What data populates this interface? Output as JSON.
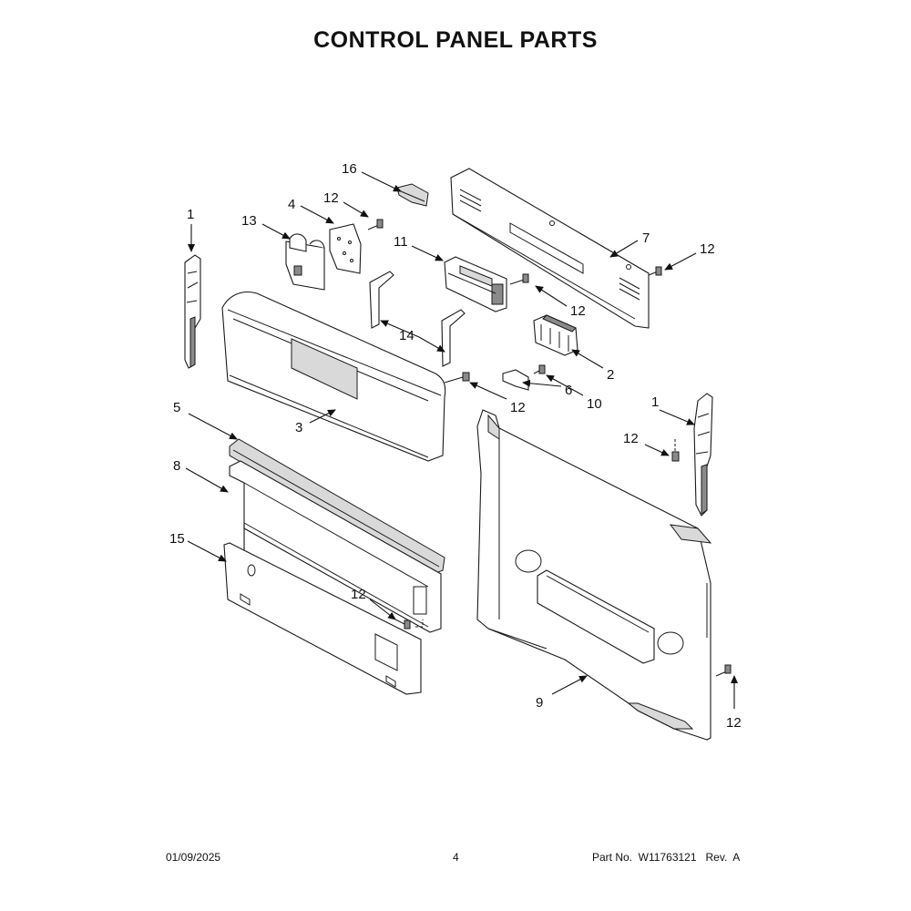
{
  "title": "CONTROL PANEL PARTS",
  "callouts": {
    "c16": "16",
    "c12a": "12",
    "c4": "4",
    "c13": "13",
    "c1a": "1",
    "c11": "11",
    "c7": "7",
    "c12b": "12",
    "c12c": "12",
    "c14": "14",
    "c2": "2",
    "c10": "10",
    "c12d": "12",
    "c6": "6",
    "c3": "3",
    "c5": "5",
    "c1b": "1",
    "c12e": "12",
    "c8": "8",
    "c15": "15",
    "c12f": "12",
    "c9": "9",
    "c12g": "12"
  },
  "footer": {
    "date": "01/09/2025",
    "page": "4",
    "part_no": "Part No.  W11763121   Rev.  A"
  }
}
